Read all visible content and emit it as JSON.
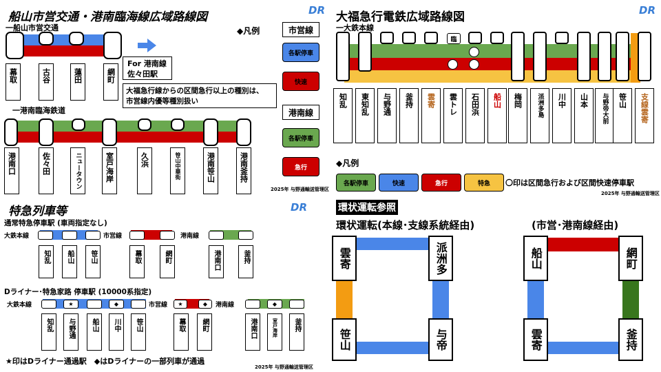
{
  "colors": {
    "blue": "#4a86e8",
    "red": "#cc0000",
    "green": "#6aa84f",
    "yellow": "#f6c342",
    "orange": "#f39c12",
    "brown": "#b5651d",
    "gray": "#999999"
  },
  "tl": {
    "title": "船山市営交通・港南臨海線広域路線図",
    "dr": "DR",
    "line1": "一船山市営交通",
    "line1_stations": [
      "幕取",
      "古谷",
      "蓮田",
      "網町"
    ],
    "arrow_text": "For 港南線\n佐々田駅",
    "note": "大福急行線からの区間急行以上の種別は、\n市営線内優等種別扱い",
    "line2": "一港南臨海鉄道",
    "line2_stations": [
      "港南口",
      "佐々田",
      "ニュータウン",
      "室戸海岸",
      "久浜",
      "笹山中華街",
      "港南笹山",
      "港南釜持"
    ],
    "legend_title": "◆凡例",
    "city_line": "市営線",
    "city_local": "各駅停車",
    "city_rapid": "快速",
    "konan_line": "港南線",
    "konan_local": "各駅停車",
    "konan_exp": "急行",
    "credit": "2025年 与野通輸送管理区"
  },
  "tr": {
    "title": "大福急行電鉄広域路線図",
    "dr": "DR",
    "line": "一大鉄本線",
    "rinji": "臨",
    "stations": [
      "知乱",
      "東知乱",
      "与野通",
      "釜持",
      "雲寄",
      "雲トレ",
      "石田浜",
      "船山",
      "梅岡",
      "派洲多島",
      "川中",
      "山本",
      "与野帝大前",
      "笹山",
      "支線雲寄"
    ],
    "legend_title": "◆凡例",
    "legend": [
      "各駅停車",
      "快速",
      "急行",
      "特急"
    ],
    "legend_note": "〇印は区間急行および区間快速停車駅",
    "credit": "2025年 与野通輸送管理区"
  },
  "bl": {
    "title": "特急列車等",
    "dr": "DR",
    "s1_title": "通常特急停車駅 (車両指定なし)",
    "s1_daitetsu": "大鉄本線",
    "s1_city": "市営線",
    "s1_konan": "港南線",
    "s1_daitetsu_stn": [
      "知乱",
      "船山",
      "笹山"
    ],
    "s1_city_stn": [
      "幕取",
      "網町"
    ],
    "s1_konan_stn": [
      "港南口",
      "釜持"
    ],
    "s2_title": "Dライナー･特急家路 停車駅 (10000系指定)",
    "s2_daitetsu": "大鉄本線",
    "s2_city": "市営線",
    "s2_konan": "港南線",
    "s2_daitetsu_stn": [
      "知乱",
      "与野通",
      "船山",
      "川中",
      "笹山"
    ],
    "s2_city_stn": [
      "幕取",
      "網町"
    ],
    "s2_konan_stn": [
      "港南口",
      "室戸海岸",
      "釜持"
    ],
    "star": "★",
    "diamond": "◆",
    "footnote": "★印はDライナー通過駅　◆はDライナーの一部列車が通過",
    "credit": "2025年 与野通輸送管理区"
  },
  "br": {
    "header": "環状運転参照",
    "left_title": "環状運転(本線･支線系統経由)",
    "right_title": "(市営･港南線経由)",
    "left_stations": [
      "雲寄",
      "派洲多",
      "笹山",
      "与帝"
    ],
    "right_stations": [
      "船山",
      "網町",
      "雲寄",
      "釜持"
    ]
  }
}
